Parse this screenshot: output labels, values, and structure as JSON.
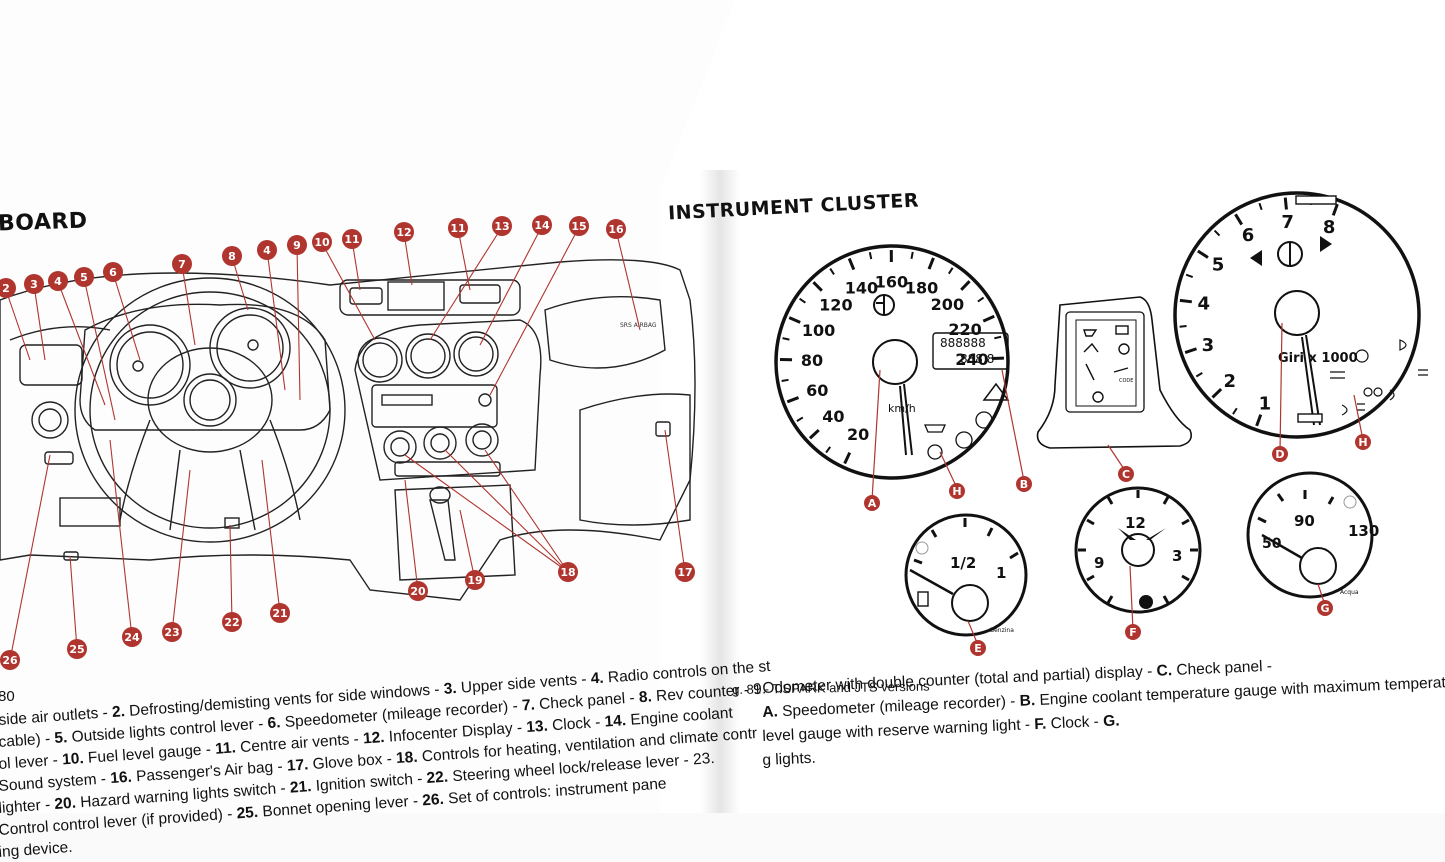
{
  "left_page": {
    "title": "BOARD",
    "page_number_partial": "80",
    "caption_lines": [
      [
        "side air outlets - ",
        "2.",
        " Defrosting/demisting vents for side windows - ",
        "3.",
        " Upper side vents - ",
        "4.",
        " Radio controls on the st"
      ],
      [
        "cable) - ",
        "5.",
        " Outside lights control lever - ",
        "6.",
        " Speedometer (mileage recorder) - ",
        "7.",
        " Check panel - ",
        "8.",
        " Rev counter - 9."
      ],
      [
        "ol lever - ",
        "10.",
        " Fuel level gauge - ",
        "11.",
        " Centre air vents - ",
        "12.",
        " Infocenter Display - ",
        "13.",
        " Clock - ",
        "14.",
        " Engine coolant"
      ],
      [
        "Sound system - ",
        "16.",
        " Passenger's Air bag - ",
        "17.",
        " Glove box - ",
        "18.",
        " Controls for heating, ventilation and climate contr"
      ],
      [
        "lighter - ",
        "20.",
        " Hazard warning lights switch - ",
        "21.",
        " Ignition switch - ",
        "22.",
        " Steering wheel lock/release lever - 23."
      ],
      [
        "Control control lever (if provided) - ",
        "25.",
        " Bonnet opening lever - ",
        "26.",
        " Set of controls: instrument pane"
      ],
      [
        "ing device.",
        "",
        "",
        "",
        "",
        "",
        "",
        "",
        "",
        "",
        ""
      ]
    ],
    "callouts": [
      "2",
      "3",
      "4",
      "5",
      "6",
      "7",
      "8",
      "4",
      "9",
      "10",
      "11",
      "12",
      "11",
      "13",
      "14",
      "15",
      "16",
      "17",
      "18",
      "19",
      "20",
      "21",
      "22",
      "23",
      "24",
      "25",
      "26"
    ],
    "airbag_label": "SRS AIRBAG"
  },
  "right_page": {
    "title": "INSTRUMENT CLUSTER",
    "figure_caption": "g. 81 - T.SPARK and JTS versions",
    "caption_lines": [
      [
        "",
        "",
        "Odometer with double counter (total and partial) display - ",
        "C.",
        " Check panel -"
      ],
      [
        "A.",
        " Speedometer (mileage recorder) - ",
        "B.",
        " Engine coolant temperature gauge with maximum temperatu",
        ""
      ],
      [
        "level gauge with reserve warning light - ",
        "F.",
        " Clock - ",
        "G.",
        ""
      ],
      [
        "g lights.",
        "",
        "",
        "",
        ""
      ]
    ],
    "speedometer": {
      "ticks": [
        "20",
        "40",
        "60",
        "80",
        "100",
        "120",
        "140",
        "160",
        "180",
        "200",
        "220",
        "240"
      ],
      "unit": "km/h",
      "odometer": "888888",
      "trip": "888.8",
      "label": "A"
    },
    "rev_counter": {
      "ticks": [
        "1",
        "2",
        "3",
        "4",
        "5",
        "6",
        "7",
        "8"
      ],
      "unit": "Giri x 1000",
      "label": "D"
    },
    "check_panel": {
      "label": "C",
      "sub_label": "CODE"
    },
    "fuel": {
      "ticks": [
        "1/2",
        "1"
      ],
      "word": "Benzina",
      "label": "E"
    },
    "clock": {
      "ticks": [
        "12",
        "3",
        "9"
      ],
      "label": "F"
    },
    "coolant": {
      "ticks": [
        "50",
        "90",
        "130"
      ],
      "word": "Acqua",
      "label": "G"
    },
    "labels": {
      "B": "B",
      "H": "H",
      "H2": "H"
    }
  }
}
